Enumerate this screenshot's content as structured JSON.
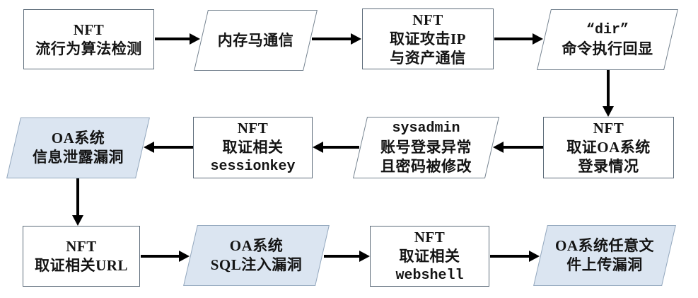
{
  "diagram": {
    "title": "NFT forensic analysis flowchart",
    "colors": {
      "background": "#ffffff",
      "rect_border": "#5d6c7a",
      "parallelogram_border": "#74828f",
      "blue_fill": "#dbe5f1",
      "blue_border": "#93a7bd",
      "arrow": "#000000",
      "text": "#141414"
    },
    "nodes": [
      {
        "id": "nta-behavior-detection",
        "shape": "rect",
        "lines": [
          "NFT",
          "流行为算法检测"
        ]
      },
      {
        "id": "memory-shell-comm",
        "shape": "parallelogram",
        "lines": [
          "内存马通信"
        ]
      },
      {
        "id": "forensic-attack-ip",
        "shape": "rect",
        "lines": [
          "NFT",
          "取证攻击IP",
          "与资产通信"
        ]
      },
      {
        "id": "dir-command-echo",
        "shape": "parallelogram",
        "lines": [
          "“dir”",
          "命令执行回显"
        ]
      },
      {
        "id": "oa-info-leak-vuln",
        "shape": "parallelogram-blue",
        "lines": [
          "OA系统",
          "信息泄露漏洞"
        ]
      },
      {
        "id": "forensic-sessionkey",
        "shape": "rect",
        "lines": [
          "NFT",
          "取证相关",
          "sessionkey"
        ]
      },
      {
        "id": "sysadmin-login-anomaly",
        "shape": "parallelogram",
        "lines": [
          "sysadmin",
          "账号登录异常",
          "且密码被修改"
        ]
      },
      {
        "id": "forensic-oa-login",
        "shape": "rect",
        "lines": [
          "NFT",
          "取证OA系统",
          "登录情况"
        ]
      },
      {
        "id": "forensic-url",
        "shape": "rect",
        "lines": [
          "NFT",
          "取证相关URL"
        ]
      },
      {
        "id": "oa-sql-injection-vuln",
        "shape": "parallelogram-blue",
        "lines": [
          "OA系统",
          "SQL注入漏洞"
        ]
      },
      {
        "id": "forensic-webshell",
        "shape": "rect",
        "lines": [
          "NFT",
          "取证相关",
          "webshell"
        ]
      },
      {
        "id": "oa-file-upload-vuln",
        "shape": "parallelogram-blue",
        "lines": [
          "OA系统任意文",
          "件上传漏洞"
        ]
      }
    ],
    "connections": [
      {
        "from": "nta-behavior-detection",
        "to": "memory-shell-comm",
        "dir": "right"
      },
      {
        "from": "memory-shell-comm",
        "to": "forensic-attack-ip",
        "dir": "right"
      },
      {
        "from": "forensic-attack-ip",
        "to": "dir-command-echo",
        "dir": "right"
      },
      {
        "from": "dir-command-echo",
        "to": "forensic-oa-login",
        "dir": "down"
      },
      {
        "from": "forensic-oa-login",
        "to": "sysadmin-login-anomaly",
        "dir": "left"
      },
      {
        "from": "sysadmin-login-anomaly",
        "to": "forensic-sessionkey",
        "dir": "left"
      },
      {
        "from": "forensic-sessionkey",
        "to": "oa-info-leak-vuln",
        "dir": "left"
      },
      {
        "from": "oa-info-leak-vuln",
        "to": "forensic-url",
        "dir": "down"
      },
      {
        "from": "forensic-url",
        "to": "oa-sql-injection-vuln",
        "dir": "right"
      },
      {
        "from": "oa-sql-injection-vuln",
        "to": "forensic-webshell",
        "dir": "right"
      },
      {
        "from": "forensic-webshell",
        "to": "oa-file-upload-vuln",
        "dir": "right"
      }
    ]
  }
}
